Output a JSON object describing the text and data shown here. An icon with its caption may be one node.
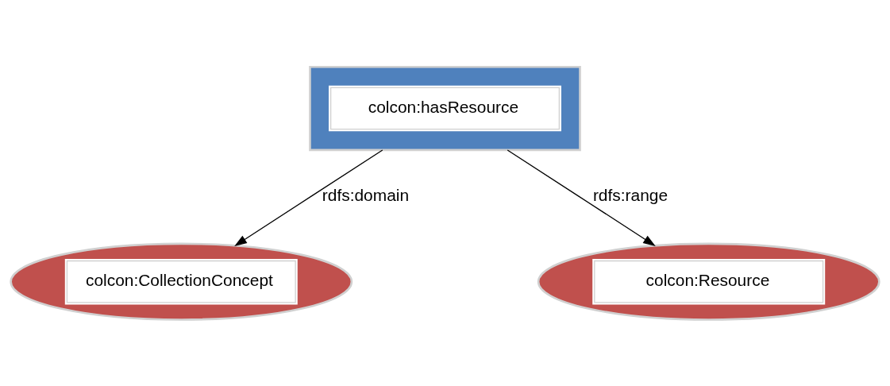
{
  "diagram": {
    "nodes": [
      {
        "text": [
          "colcon:hasResource"
        ]
      },
      {
        "text": [
          "colcon:CollectionConcept"
        ]
      },
      {
        "text": [
          "colcon:Resource"
        ]
      }
    ],
    "edges": [
      {
        "from": 0,
        "to": 1,
        "arrow": "to",
        "label": "rdfs:domain"
      },
      {
        "from": 0,
        "to": 2,
        "arrow": "to",
        "label": "rdfs:range"
      }
    ]
  }
}
